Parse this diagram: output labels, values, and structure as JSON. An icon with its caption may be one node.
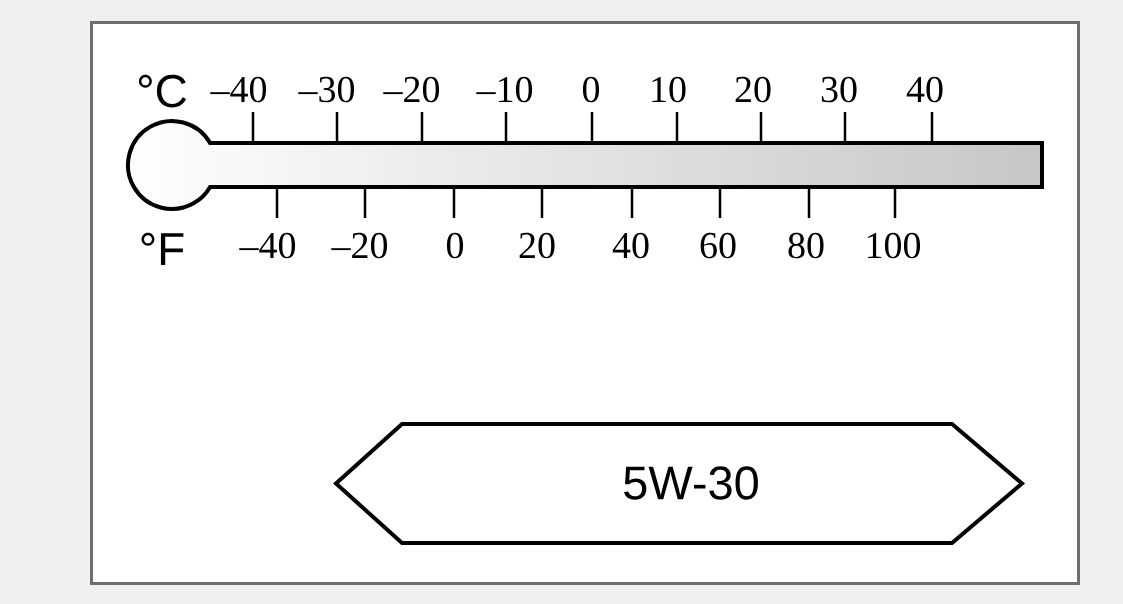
{
  "diagram": {
    "nodes": [
      {
        "text": [
          "5W-30"
        ]
      }
    ],
    "labels": [
      "°C",
      "–40",
      "–30",
      "–20",
      "–10",
      "0",
      "10",
      "20",
      "30",
      "40",
      "°F",
      "–40",
      "–20",
      "0",
      "20",
      "40",
      "60",
      "80",
      "100"
    ]
  }
}
